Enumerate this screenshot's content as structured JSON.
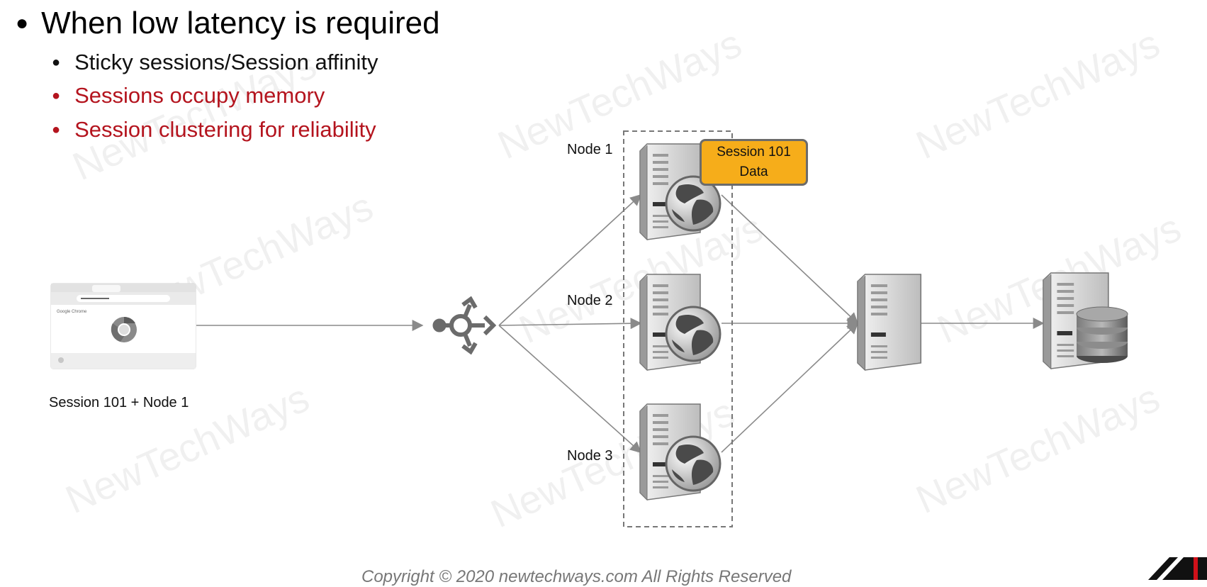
{
  "bullets": {
    "main": "When low latency is required",
    "sub": [
      "Sticky sessions/Session affinity",
      "Sessions occupy memory",
      "Session clustering for reliability"
    ]
  },
  "diagram": {
    "browser_caption": "Session 101 + Node 1",
    "browser_title": "Google Chrome",
    "nodes": [
      "Node 1",
      "Node 2",
      "Node 3"
    ],
    "callout_line1": "Session 101",
    "callout_line2": "Data"
  },
  "watermark": "NewTechWays",
  "footer": "Copyright © 2020 newtechways.com All Rights Reserved",
  "colors": {
    "accent_red": "#b4141e",
    "callout_fill": "#f6ad1a",
    "arrow_gray": "#8a8a8a"
  },
  "icons": [
    "browser-window",
    "chrome-logo",
    "load-balancer-icon",
    "web-server-icon",
    "globe-icon",
    "app-server-icon",
    "database-server-icon",
    "brand-logo"
  ]
}
